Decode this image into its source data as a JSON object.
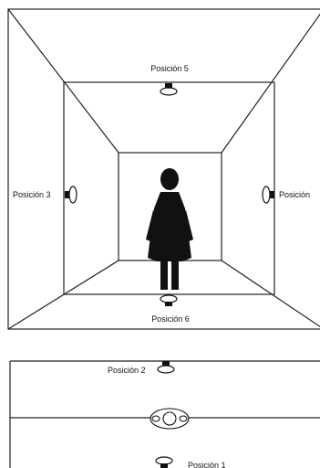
{
  "positions": {
    "p1": "Posición 1",
    "p2": "Posición 2",
    "p3": "Posición 3",
    "p4": "Posición",
    "p5": "Posición 5",
    "p6": "Posición 6"
  }
}
